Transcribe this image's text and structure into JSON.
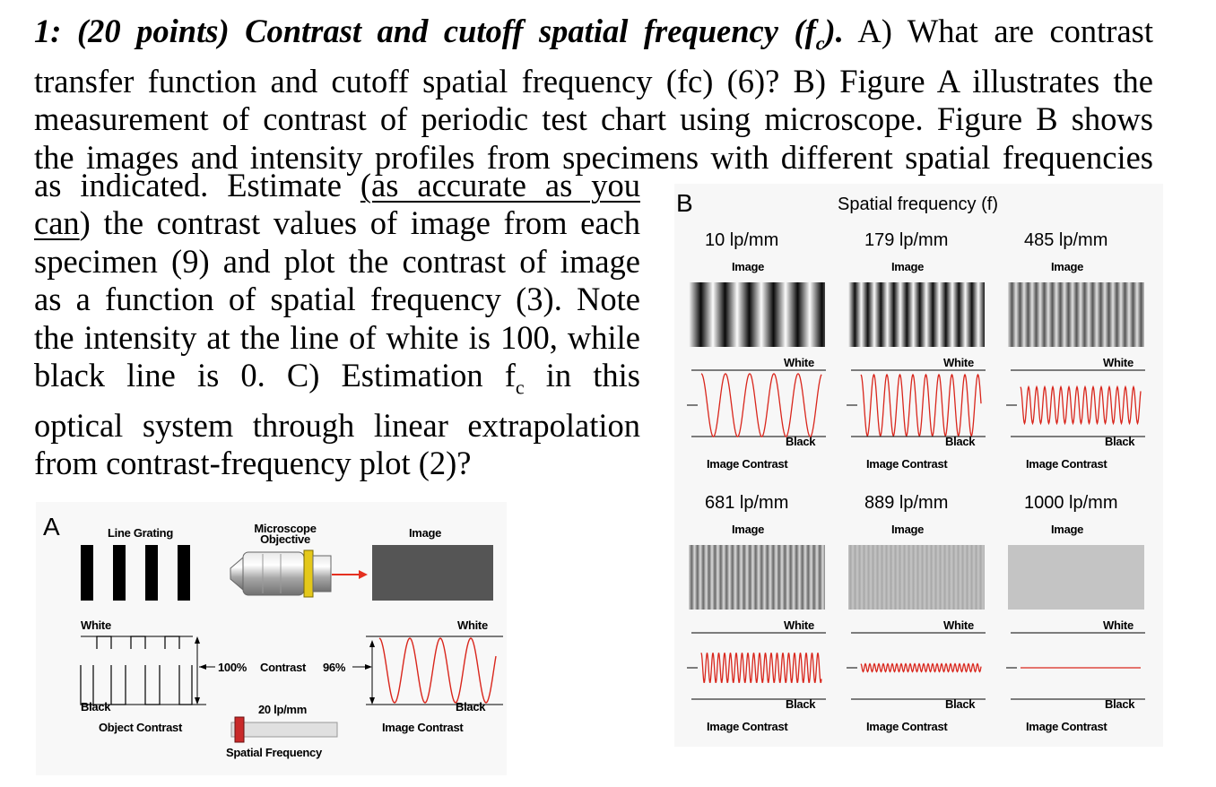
{
  "question": {
    "heading": "1: (20 points) Contrast and cutoff spatial frequency (f",
    "heading_sub": "c",
    "heading_end": ").",
    "lines_full": [
      " A) What are contrast",
      "transfer function and cutoff spatial frequency (fc) (6)? B) Figure A illustrates the",
      "measurement of contrast of periodic test chart using microscope. Figure B shows",
      "the images and intensity profiles from specimens with different spatial frequencies"
    ],
    "line5_a": "as indicated. Estimate ",
    "line5_u": "(as accurate as you",
    "line6_u": "can",
    "line6_b": ") the contrast values of image from each",
    "lines_rest": [
      "specimen (9) and plot the contrast of image",
      "as a function of spatial frequency (3). Note",
      "the intensity at the line of white is 100, while",
      "black line is 0. C) Estimation f"
    ],
    "line10_sub": "c",
    "line10_end": " in this",
    "line11": "optical system through linear extrapolation",
    "line12": "from contrast-frequency plot (2)?"
  },
  "figure_a": {
    "panel_label": "A",
    "line_grating": "Line Grating",
    "microscope_objective_1": "Microscope",
    "microscope_objective_2": "Objective",
    "image": "Image",
    "white_left": "White",
    "white_right": "White",
    "black_left": "Black",
    "black_right": "Black",
    "contrast_100": "100%",
    "contrast_word": "Contrast",
    "contrast_96": "96%",
    "freq_value": "20 lp/mm",
    "object_contrast": "Object Contrast",
    "image_contrast": "Image Contrast",
    "spatial_frequency": "Spatial Frequency"
  },
  "figure_b": {
    "panel_label": "B",
    "title": "Spatial frequency (f)",
    "specimens": [
      {
        "freq": "10 lp/mm",
        "image": "Image",
        "white": "White",
        "black": "Black",
        "contrast": "Image Contrast"
      },
      {
        "freq": "179 lp/mm",
        "image": "Image",
        "white": "White",
        "black": "Black",
        "contrast": "Image Contrast"
      },
      {
        "freq": "485 lp/mm",
        "image": "Image",
        "white": "White",
        "black": "Black",
        "contrast": "Image Contrast"
      },
      {
        "freq": "681 lp/mm",
        "image": "Image",
        "white": "White",
        "black": "Black",
        "contrast": "Image Contrast"
      },
      {
        "freq": "889 lp/mm",
        "image": "Image",
        "white": "White",
        "black": "Black",
        "contrast": "Image Contrast"
      },
      {
        "freq": "1000 lp/mm",
        "image": "Image",
        "white": "White",
        "black": "Black",
        "contrast": "Image Contrast"
      }
    ]
  },
  "colors": {
    "profile_red": "#d9261c",
    "arrow_red": "#e53020",
    "panel_bg": "#f7f7f7"
  }
}
